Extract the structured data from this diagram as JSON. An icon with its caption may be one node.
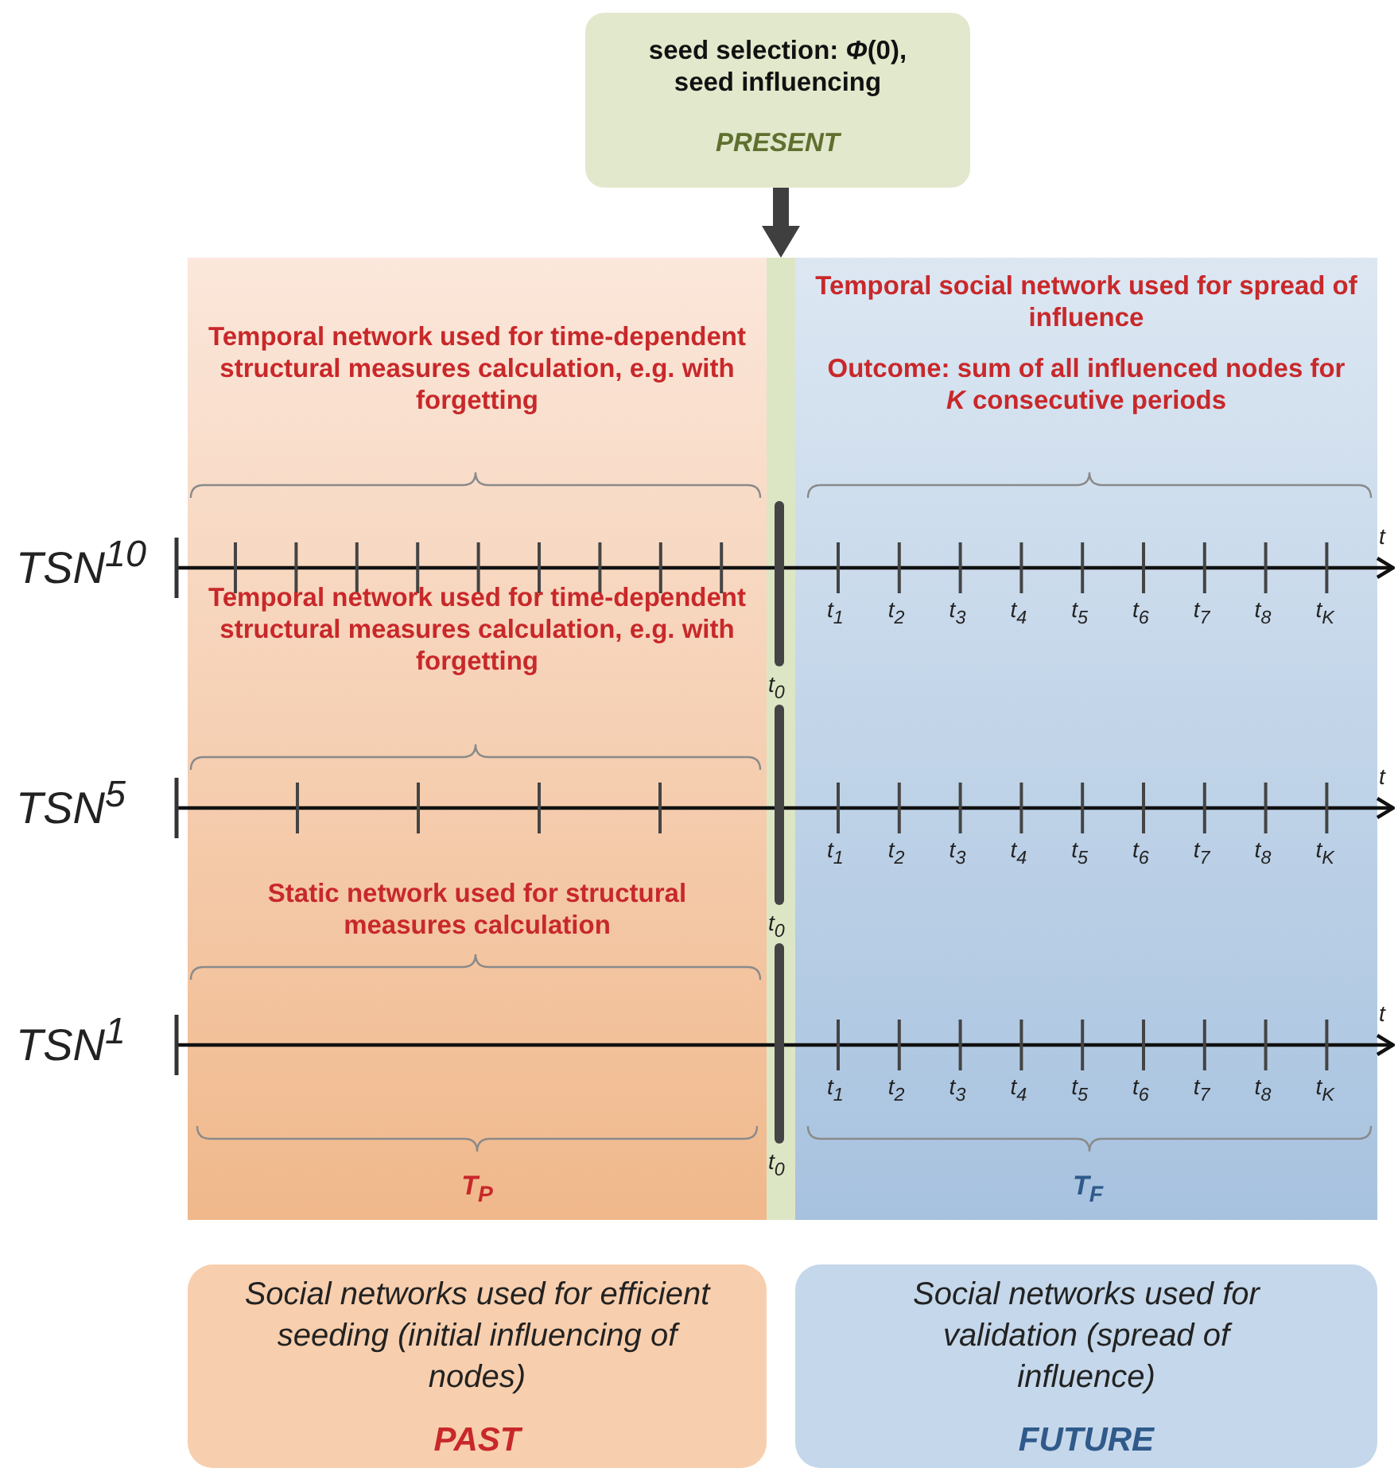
{
  "diagram": {
    "nodes": [
      {
        "text": [
          "seed selection: *Φ*(0), seed influencing",
          "PRESENT"
        ]
      },
      {
        "text": [
          "Temporal network used for time-dependent structural measures calculation, e.g. with forgetting",
          "Temporal network used for time-dependent structural measures calculation, e.g. with forgetting",
          "Static network used for structural measures calculation",
          "T$_{P}$"
        ]
      },
      {
        "text": [],
        "shape": "bar"
      },
      {
        "text": [
          "Temporal social network used for spread of influence",
          "Outcome: sum of all influenced nodes for *K* consecutive periods",
          "T$_{F}$"
        ]
      },
      {
        "text": [
          "Social networks used for efficient seeding (initial influencing of nodes)",
          "PAST"
        ]
      },
      {
        "text": [
          "Social networks used for validation (spread of influence)",
          "FUTURE"
        ]
      }
    ],
    "edges": [
      {
        "from": 0,
        "to": 2,
        "arrow": "to",
        "style": "thick"
      }
    ],
    "labels": [
      "TSN$^{10}$",
      "t",
      "t$_{1}$",
      "t$_{2}$",
      "t$_{3}$",
      "t$_{4}$",
      "t$_{5}$",
      "t$_{6}$",
      "t$_{7}$",
      "t$_{8}$",
      "t$_{K}$",
      "t$_{0}$",
      "TSN$^{5}$",
      "t",
      "t$_{1}$",
      "t$_{2}$",
      "t$_{3}$",
      "t$_{4}$",
      "t$_{5}$",
      "t$_{6}$",
      "t$_{7}$",
      "t$_{8}$",
      "t$_{K}$",
      "t$_{0}$",
      "TSN$^{1}$",
      "t",
      "t$_{1}$",
      "t$_{2}$",
      "t$_{3}$",
      "t$_{4}$",
      "t$_{5}$",
      "t$_{6}$",
      "t$_{7}$",
      "t$_{8}$",
      "t$_{K}$",
      "t$_{0}$"
    ]
  }
}
